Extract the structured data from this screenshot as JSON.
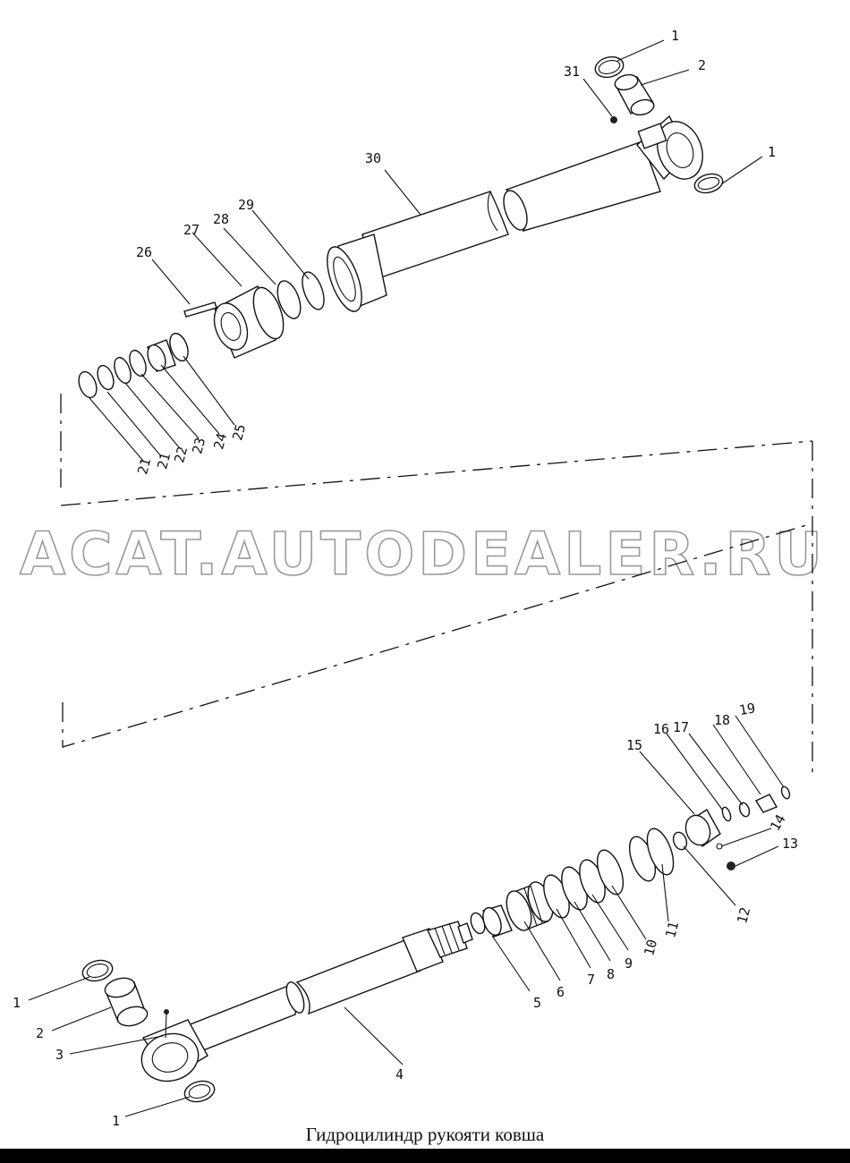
{
  "diagram": {
    "caption": "Гидроцилиндр рукояти ковша",
    "watermark": "ACAT.AUTODEALER.RU",
    "callouts": [
      "1",
      "2",
      "31",
      "30",
      "1",
      "29",
      "28",
      "27",
      "26",
      "25",
      "24",
      "23",
      "22",
      "21",
      "21",
      "15",
      "16",
      "17",
      "18",
      "19",
      "14",
      "13",
      "12",
      "11",
      "10",
      "9",
      "8",
      "7",
      "6",
      "5",
      "4",
      "1",
      "2",
      "3",
      "1"
    ]
  }
}
